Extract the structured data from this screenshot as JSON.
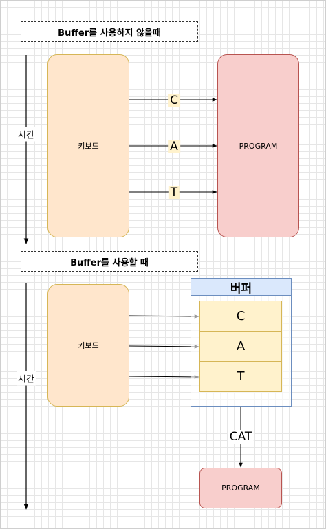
{
  "top_section": {
    "title": "Buffer를 사용하지 않을때",
    "time_label": "시간",
    "keyboard_label": "키보드",
    "program_label": "PROGRAM",
    "arrows": [
      {
        "label": "C"
      },
      {
        "label": "A"
      },
      {
        "label": "T"
      }
    ]
  },
  "bottom_section": {
    "title": "Buffer를 사용할 때",
    "time_label": "시간",
    "keyboard_label": "키보드",
    "buffer_title": "버퍼",
    "buffer_cells": [
      "C",
      "A",
      "T"
    ],
    "output_label": "CAT",
    "program_label": "PROGRAM"
  }
}
